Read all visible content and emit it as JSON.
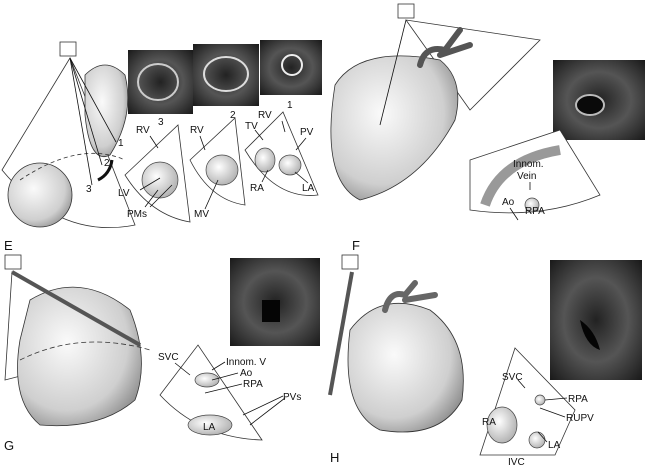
{
  "panels": {
    "E": {
      "letter": "E",
      "image_labels": [
        "3",
        "2",
        "1"
      ],
      "transducer_planes": [
        "1",
        "2",
        "3"
      ],
      "labels": {
        "rv1": "RV",
        "rv2": "RV",
        "rv3": "RV",
        "tv": "TV",
        "pv": "PV",
        "lv": "LV",
        "pms": "PMs",
        "mv": "MV",
        "ra": "RA",
        "la": "LA"
      }
    },
    "F": {
      "letter": "F",
      "labels": {
        "innom_1": "Innom.",
        "innom_2": "Vein",
        "ao": "Ao",
        "rpa": "RPA"
      }
    },
    "G": {
      "letter": "G",
      "labels": {
        "svc": "SVC",
        "innom": "Innom. V",
        "ao": "Ao",
        "rpa": "RPA",
        "pvs": "PVs",
        "la": "LA"
      }
    },
    "H": {
      "letter": "H",
      "labels": {
        "svc": "SVC",
        "rpa": "RPA",
        "rupv": "RUPV",
        "ra": "RA",
        "la": "LA",
        "ivc": "IVC"
      }
    }
  }
}
